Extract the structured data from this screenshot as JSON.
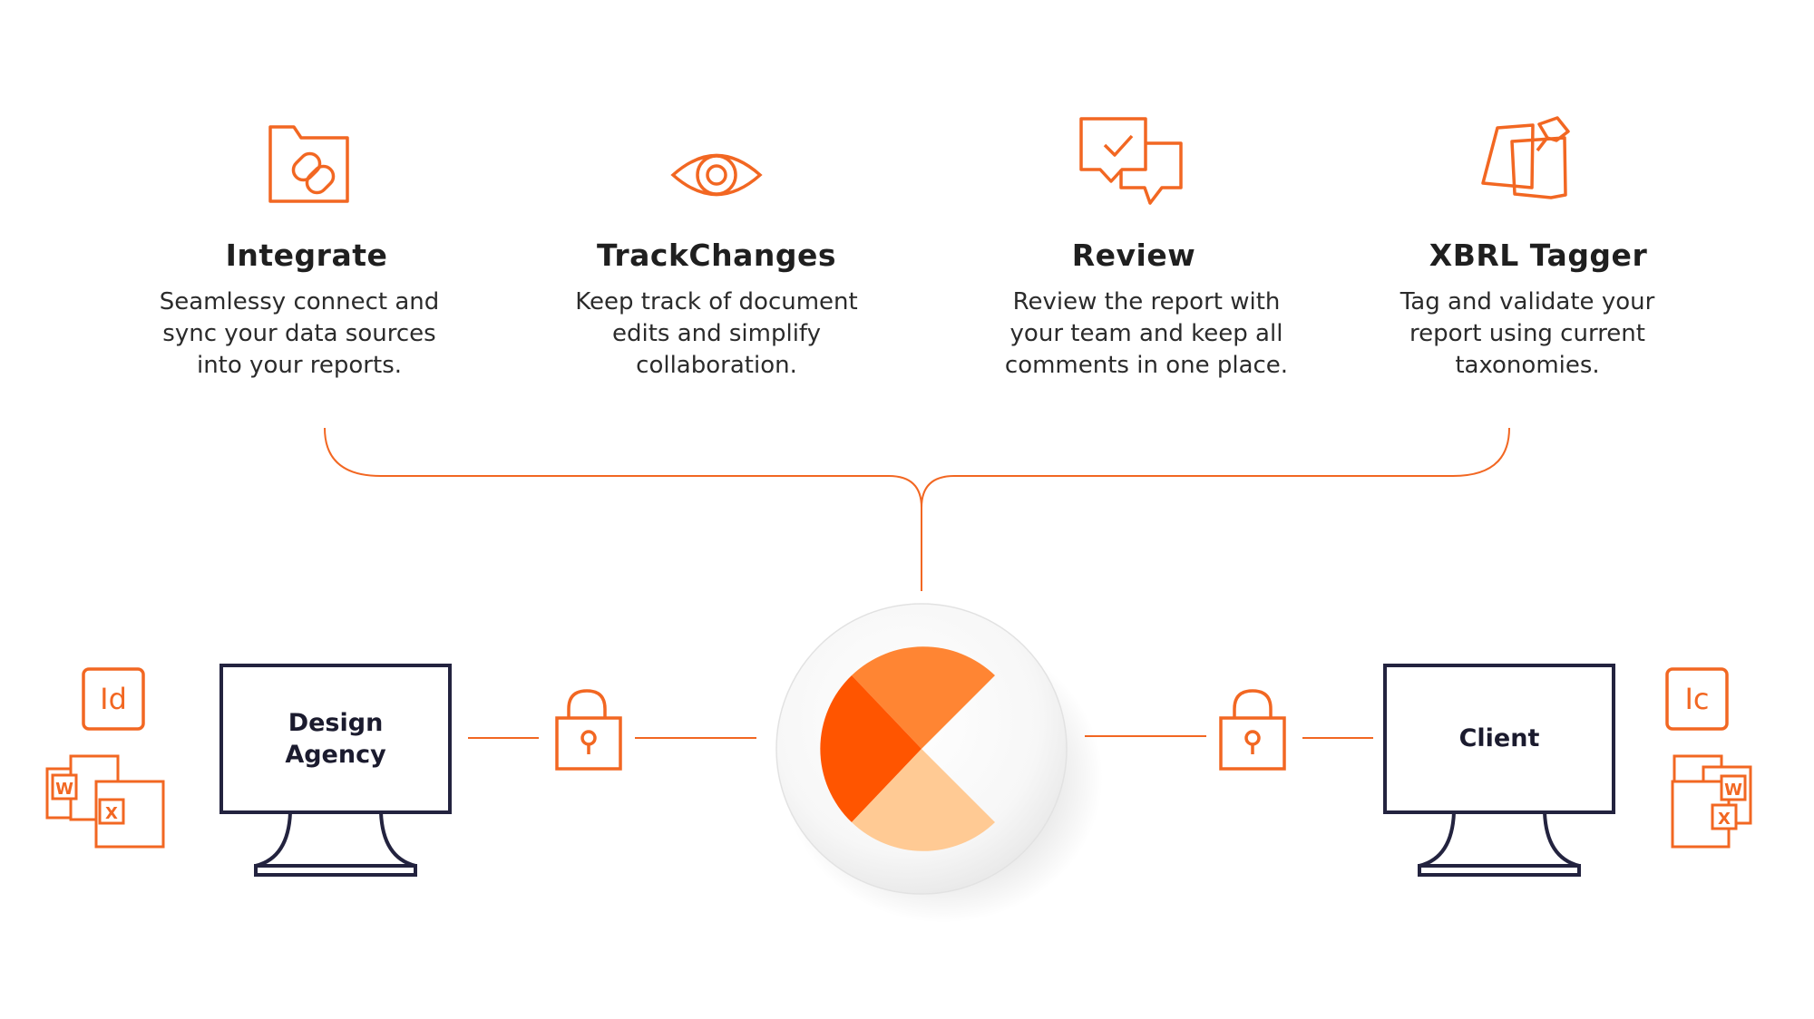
{
  "colors": {
    "accent": "#F26722",
    "monitor_stroke": "#23233f",
    "logo_top": "#FF8533",
    "logo_left": "#FF5500",
    "logo_bottom": "#FFCA94",
    "text": "#1f1f1f"
  },
  "features": [
    {
      "icon": "folder-link-icon",
      "title": "Integrate",
      "description": "Seamlessy connect and\nsync your data sources\ninto your reports."
    },
    {
      "icon": "eye-icon",
      "title": "TrackChanges",
      "description": "Keep track of document\nedits and simplify\ncollaboration."
    },
    {
      "icon": "chat-check-icon",
      "title": "Review",
      "description": "Review the report with\nyour team and keep all\ncomments in one place."
    },
    {
      "icon": "pinned-documents-icon",
      "title": "XBRL Tagger",
      "description": "Tag and validate your\nreport using current\ntaxonomies."
    }
  ],
  "left_node": {
    "label": "Design\nAgency",
    "file_badge": "Id",
    "doc_badges": [
      "W",
      "X"
    ]
  },
  "right_node": {
    "label": "Client",
    "file_badge": "Ic",
    "doc_badges": [
      "W",
      "X"
    ]
  },
  "hub": {
    "icon": "hub-logo-icon"
  }
}
